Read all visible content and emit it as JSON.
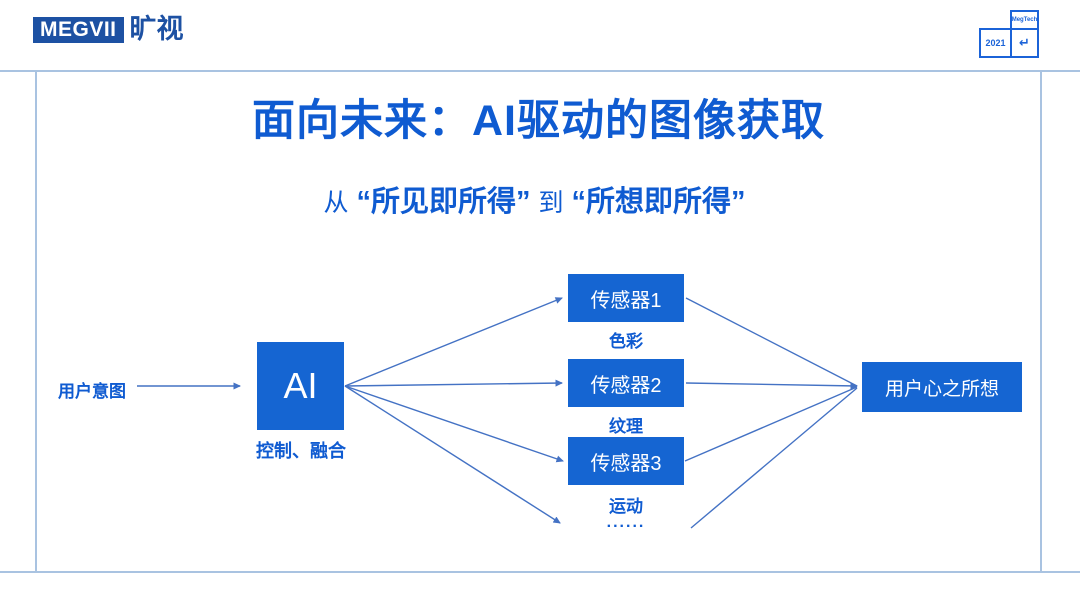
{
  "colors": {
    "brand_box_blue": "#1565d2",
    "logo_blue": "#1d51a3",
    "text_blue": "#0f5bd1",
    "arrow_line_blue": "#4472c4",
    "frame_line_blue": "#a9c3e1",
    "badge_border_blue": "#1b63d8"
  },
  "header": {
    "logo_text": "MEGVII",
    "logo_cn": "旷视",
    "badge": {
      "year": "2021",
      "brand": "MegTech",
      "return_icon": "↵"
    }
  },
  "slide": {
    "title": "面向未来：AI驱动的图像获取",
    "subtitle": {
      "prefix": "从",
      "quoted1": "“所见即所得”",
      "middle": "到",
      "quoted2": "“所想即所得”"
    }
  },
  "diagram": {
    "input_label": "用户意图",
    "ai_node": {
      "label": "AI",
      "sublabel": "控制、融合"
    },
    "sensors": [
      {
        "label": "传感器1",
        "sublabel": "色彩"
      },
      {
        "label": "传感器2",
        "sublabel": "纹理"
      },
      {
        "label": "传感器3",
        "sublabel": "运动"
      }
    ],
    "more_label": "......",
    "output_label": "用户心之所想"
  }
}
